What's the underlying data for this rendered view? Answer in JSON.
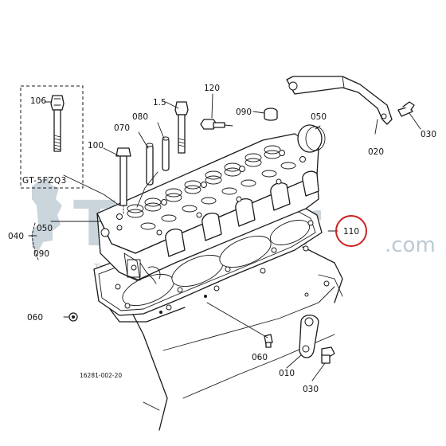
{
  "watermark": {
    "brand": "Tractor",
    "domain": ".com",
    "tagline": "Tag"
  },
  "inset": {
    "part_label": "106",
    "model_code": "GT-5FZQ3"
  },
  "callouts": {
    "c120": "120",
    "c115": "1.5",
    "c090_top": "090",
    "c050_top": "050",
    "c030_top": "030",
    "c020": "020",
    "c080": "080",
    "c070": "070",
    "c100": "100",
    "c040": "040",
    "c050_left": "050",
    "c090_left": "090",
    "c110": "110",
    "c060_left": "060",
    "c060_bottom": "060",
    "c010": "010",
    "c030_bottom": "030"
  },
  "drawing_code": "16281-002-20",
  "highlight_color": "#cc2222",
  "watermark_color": "#9fb3bf"
}
